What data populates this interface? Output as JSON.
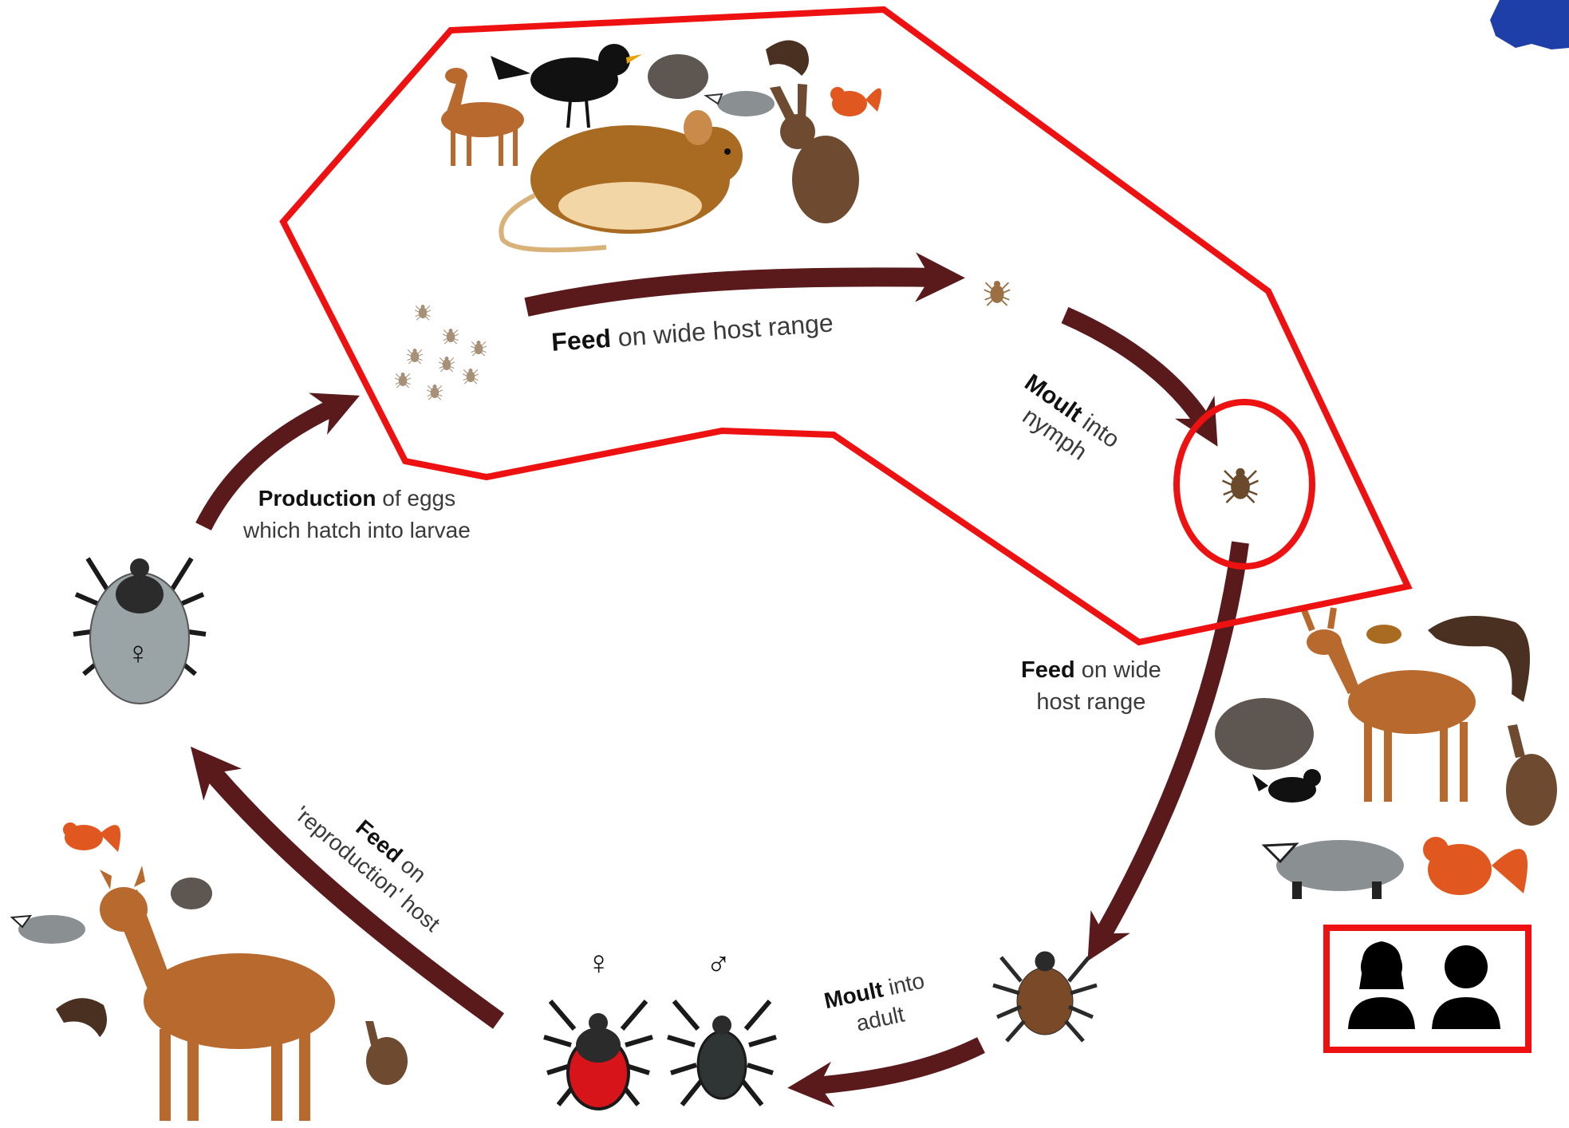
{
  "diagram": {
    "stages": {
      "larvae": "larvae",
      "nymph_small": "nymph",
      "nymph": "nymph",
      "adult_engorged": "adult",
      "female_adult": "♀",
      "male_adult": "♂",
      "female_engorged": "♀"
    },
    "labels": {
      "feed_larvae_bold": "Feed",
      "feed_larvae_rest": " on wide host range",
      "moult_nymph_bold": "Moult",
      "moult_nymph_rest1": " into",
      "moult_nymph_rest2": "nymph",
      "feed_nymph_bold": "Feed",
      "feed_nymph_rest1": " on wide",
      "feed_nymph_rest2": "host range",
      "moult_adult_bold": "Moult",
      "moult_adult_rest1": " into",
      "moult_adult_rest2": "adult",
      "feed_adult_bold": "Feed",
      "feed_adult_rest1": " on",
      "feed_adult_rest2": "'reproduction' host",
      "production_bold": "Production",
      "production_rest1": " of eggs",
      "production_rest2": "which hatch into larvae"
    },
    "colors": {
      "arrow": "#5a1a1c",
      "highlight": "#ee1111",
      "tick_brown": "#7a4a28",
      "tick_grey": "#9aa3a6",
      "tick_red": "#d8141b",
      "deer": "#b8692e",
      "corner_logo": "#1e3fa8"
    },
    "icons": [
      "deer-icon",
      "blackbird-icon",
      "hedgehog-icon",
      "badger-icon",
      "marten-icon",
      "squirrel-icon",
      "mouse-icon",
      "hare-icon",
      "humans-icon",
      "tick-icon"
    ]
  }
}
